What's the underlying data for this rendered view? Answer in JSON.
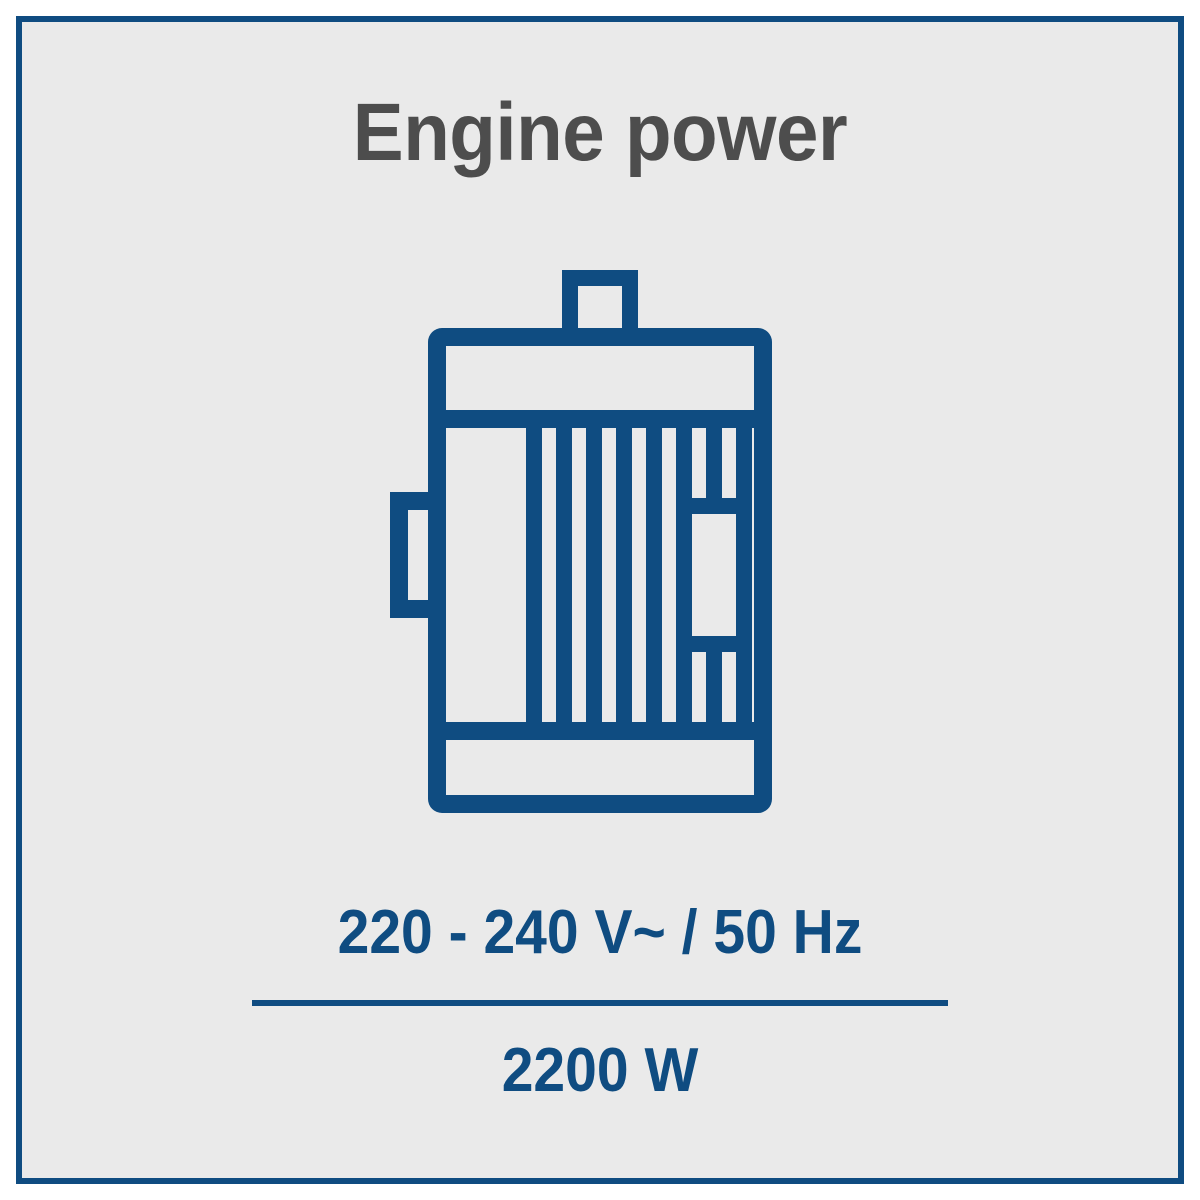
{
  "card": {
    "background_color": "#eaeaea",
    "border_color": "#0f4c81"
  },
  "header": {
    "title": "Engine power",
    "title_color": "#4d4d4d"
  },
  "icon": {
    "name": "electric-motor-icon",
    "stroke_color": "#0f4c81",
    "description": "Electric motor with top junction box, cooling fins and side terminal box"
  },
  "specs": {
    "accent_color": "#0f4c81",
    "voltage": "220 - 240 V~ / 50 Hz",
    "divider": "",
    "wattage": "2200 W"
  }
}
